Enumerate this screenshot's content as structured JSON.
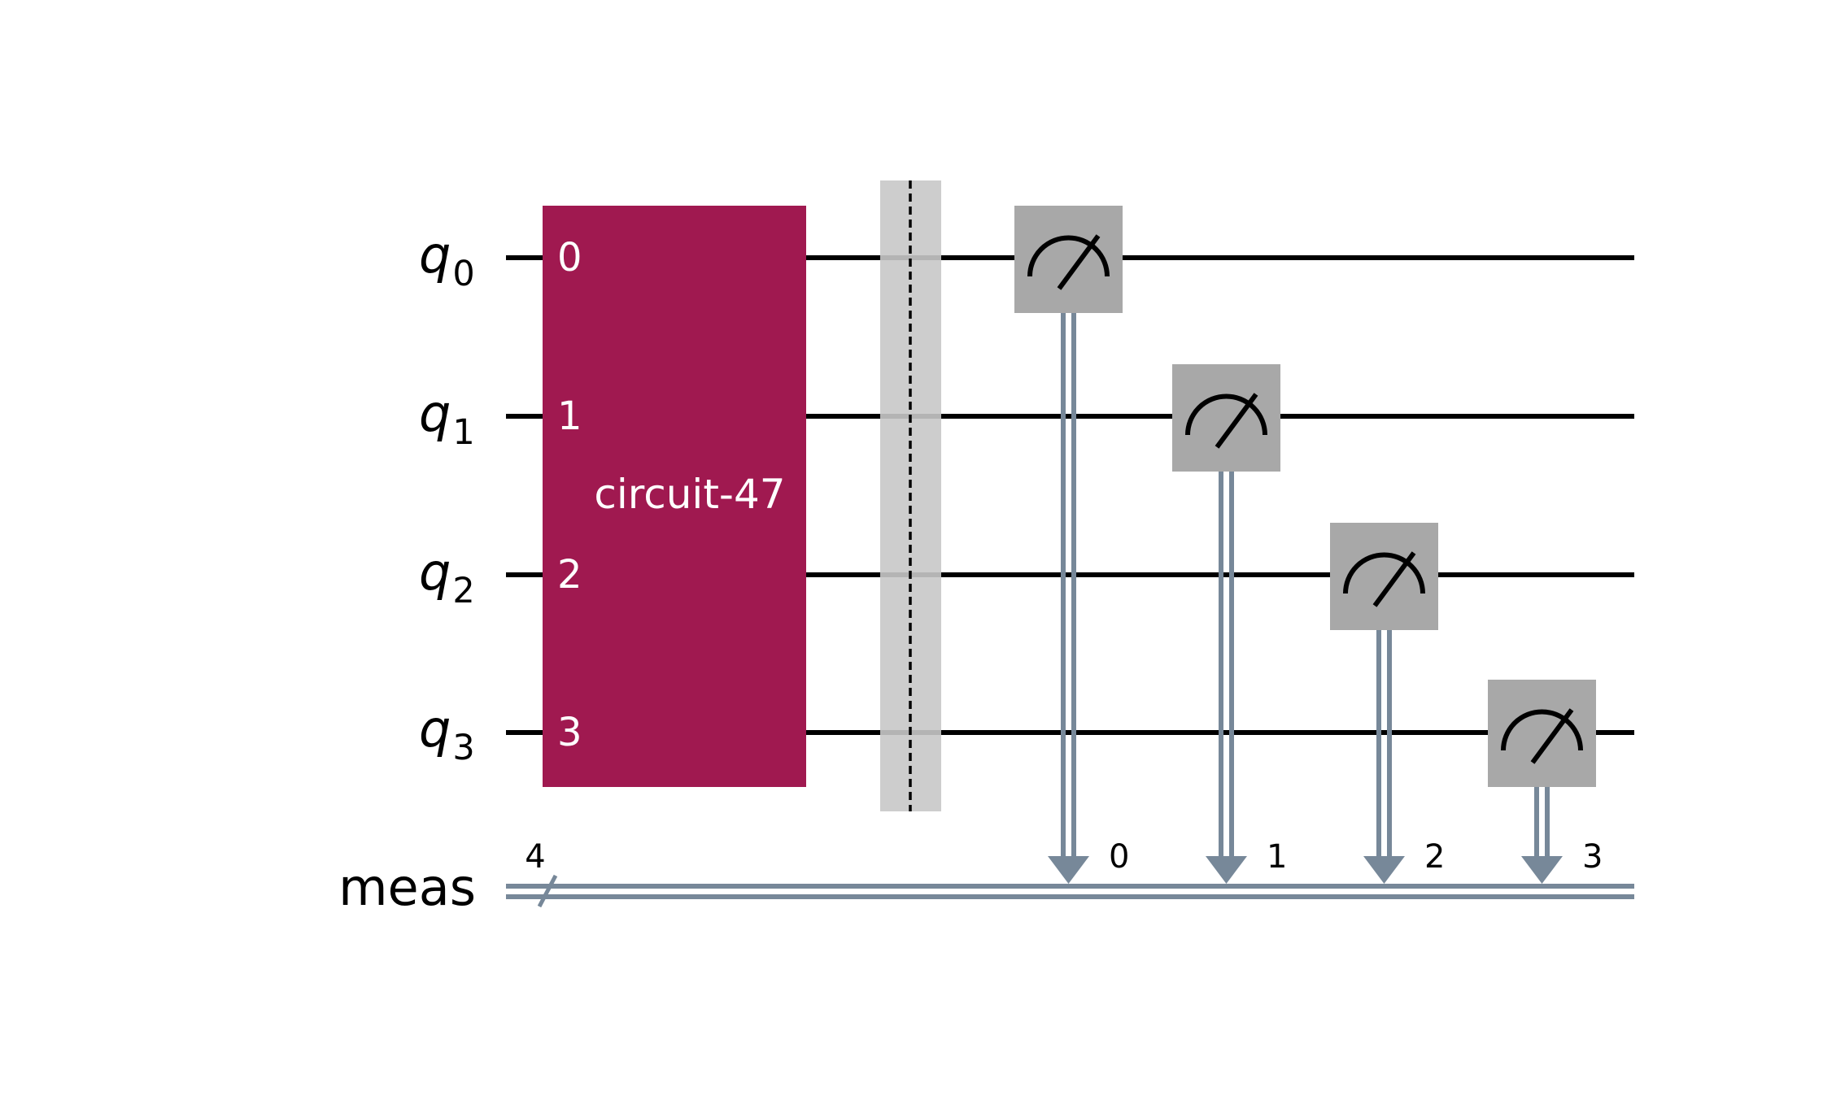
{
  "colors": {
    "gate_fill": "#a01950",
    "gate_text": "#ffffff",
    "wire": "#000000",
    "classical_wire": "#778899",
    "barrier_fill": "#c8c8c8",
    "measure_fill": "#a8a8a8",
    "background": "#ffffff"
  },
  "qubits": [
    {
      "label": "q",
      "index": "0"
    },
    {
      "label": "q",
      "index": "1"
    },
    {
      "label": "q",
      "index": "2"
    },
    {
      "label": "q",
      "index": "3"
    }
  ],
  "classical_register": {
    "label": "meas",
    "size": "4"
  },
  "gate": {
    "name": "circuit-47",
    "pins": [
      "0",
      "1",
      "2",
      "3"
    ]
  },
  "barrier": {
    "style": "dashed",
    "qubits": [
      0,
      1,
      2,
      3
    ]
  },
  "measurements": [
    {
      "qubit": 0,
      "clbit": "0",
      "icon": "meter-icon"
    },
    {
      "qubit": 1,
      "clbit": "1",
      "icon": "meter-icon"
    },
    {
      "qubit": 2,
      "clbit": "2",
      "icon": "meter-icon"
    },
    {
      "qubit": 3,
      "clbit": "3",
      "icon": "meter-icon"
    }
  ]
}
